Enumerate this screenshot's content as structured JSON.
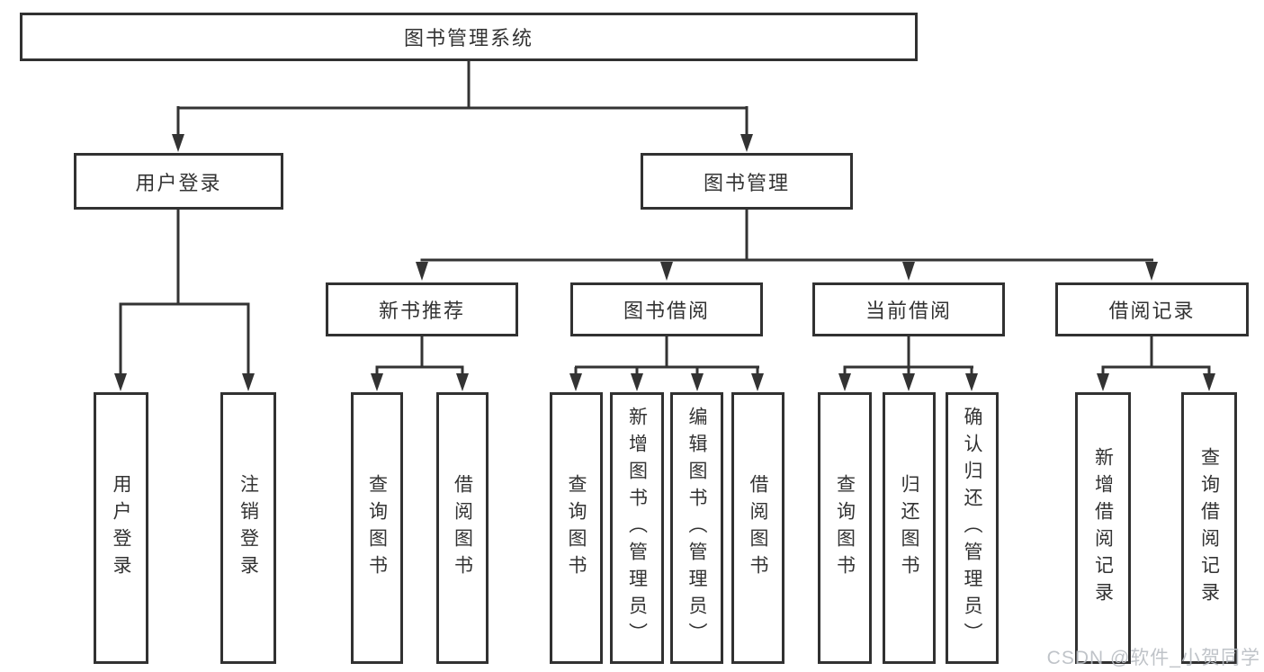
{
  "tree": {
    "label": "图书管理系统",
    "children": [
      {
        "label": "用户登录",
        "children": [
          {
            "label": "用户登录"
          },
          {
            "label": "注销登录"
          }
        ]
      },
      {
        "label": "图书管理",
        "children": [
          {
            "label": "新书推荐",
            "children": [
              {
                "label": "查询图书"
              },
              {
                "label": "借阅图书"
              }
            ]
          },
          {
            "label": "图书借阅",
            "children": [
              {
                "label": "查询图书"
              },
              {
                "label": "新增图书（管理员）"
              },
              {
                "label": "编辑图书（管理员）"
              },
              {
                "label": "借阅图书"
              }
            ]
          },
          {
            "label": "当前借阅",
            "children": [
              {
                "label": "查询图书"
              },
              {
                "label": "归还图书"
              },
              {
                "label": "确认归还（管理员）"
              }
            ]
          },
          {
            "label": "借阅记录",
            "children": [
              {
                "label": "新增借阅记录"
              },
              {
                "label": "查询借阅记录"
              }
            ]
          }
        ]
      }
    ]
  },
  "watermark": {
    "text": "CSDN @软件_小贺同学",
    "color": "#b9bdc3"
  },
  "colors": {
    "line": "#333333",
    "box_border": "#313131",
    "text": "#333333",
    "background": "#ffffff"
  }
}
